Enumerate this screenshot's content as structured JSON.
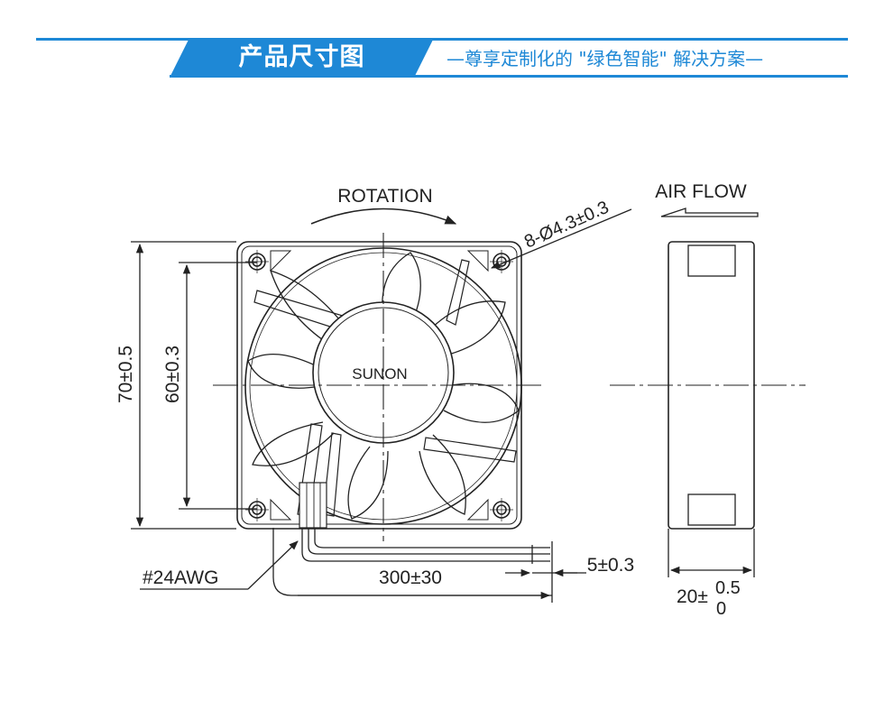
{
  "header": {
    "title": "产品尺寸图",
    "subtitle": "—尊享定制化的 \"绿色智能\" 解决方案—"
  },
  "drawing": {
    "rotation_label": "ROTATION",
    "airflow_label": "AIR FLOW",
    "hole_spec": "8-Ø4.3±0.3",
    "brand": "SUNON",
    "outer_dim": "70±0.5",
    "hole_pitch_dim": "60±0.3",
    "wire_gauge": "#24AWG",
    "wire_length": "300±30",
    "strip_length": "5±0.3",
    "thickness_base": "20±",
    "thickness_upper": "0.5",
    "thickness_lower": "0"
  },
  "colors": {
    "accent": "#1e88d6",
    "line": "#222222"
  }
}
